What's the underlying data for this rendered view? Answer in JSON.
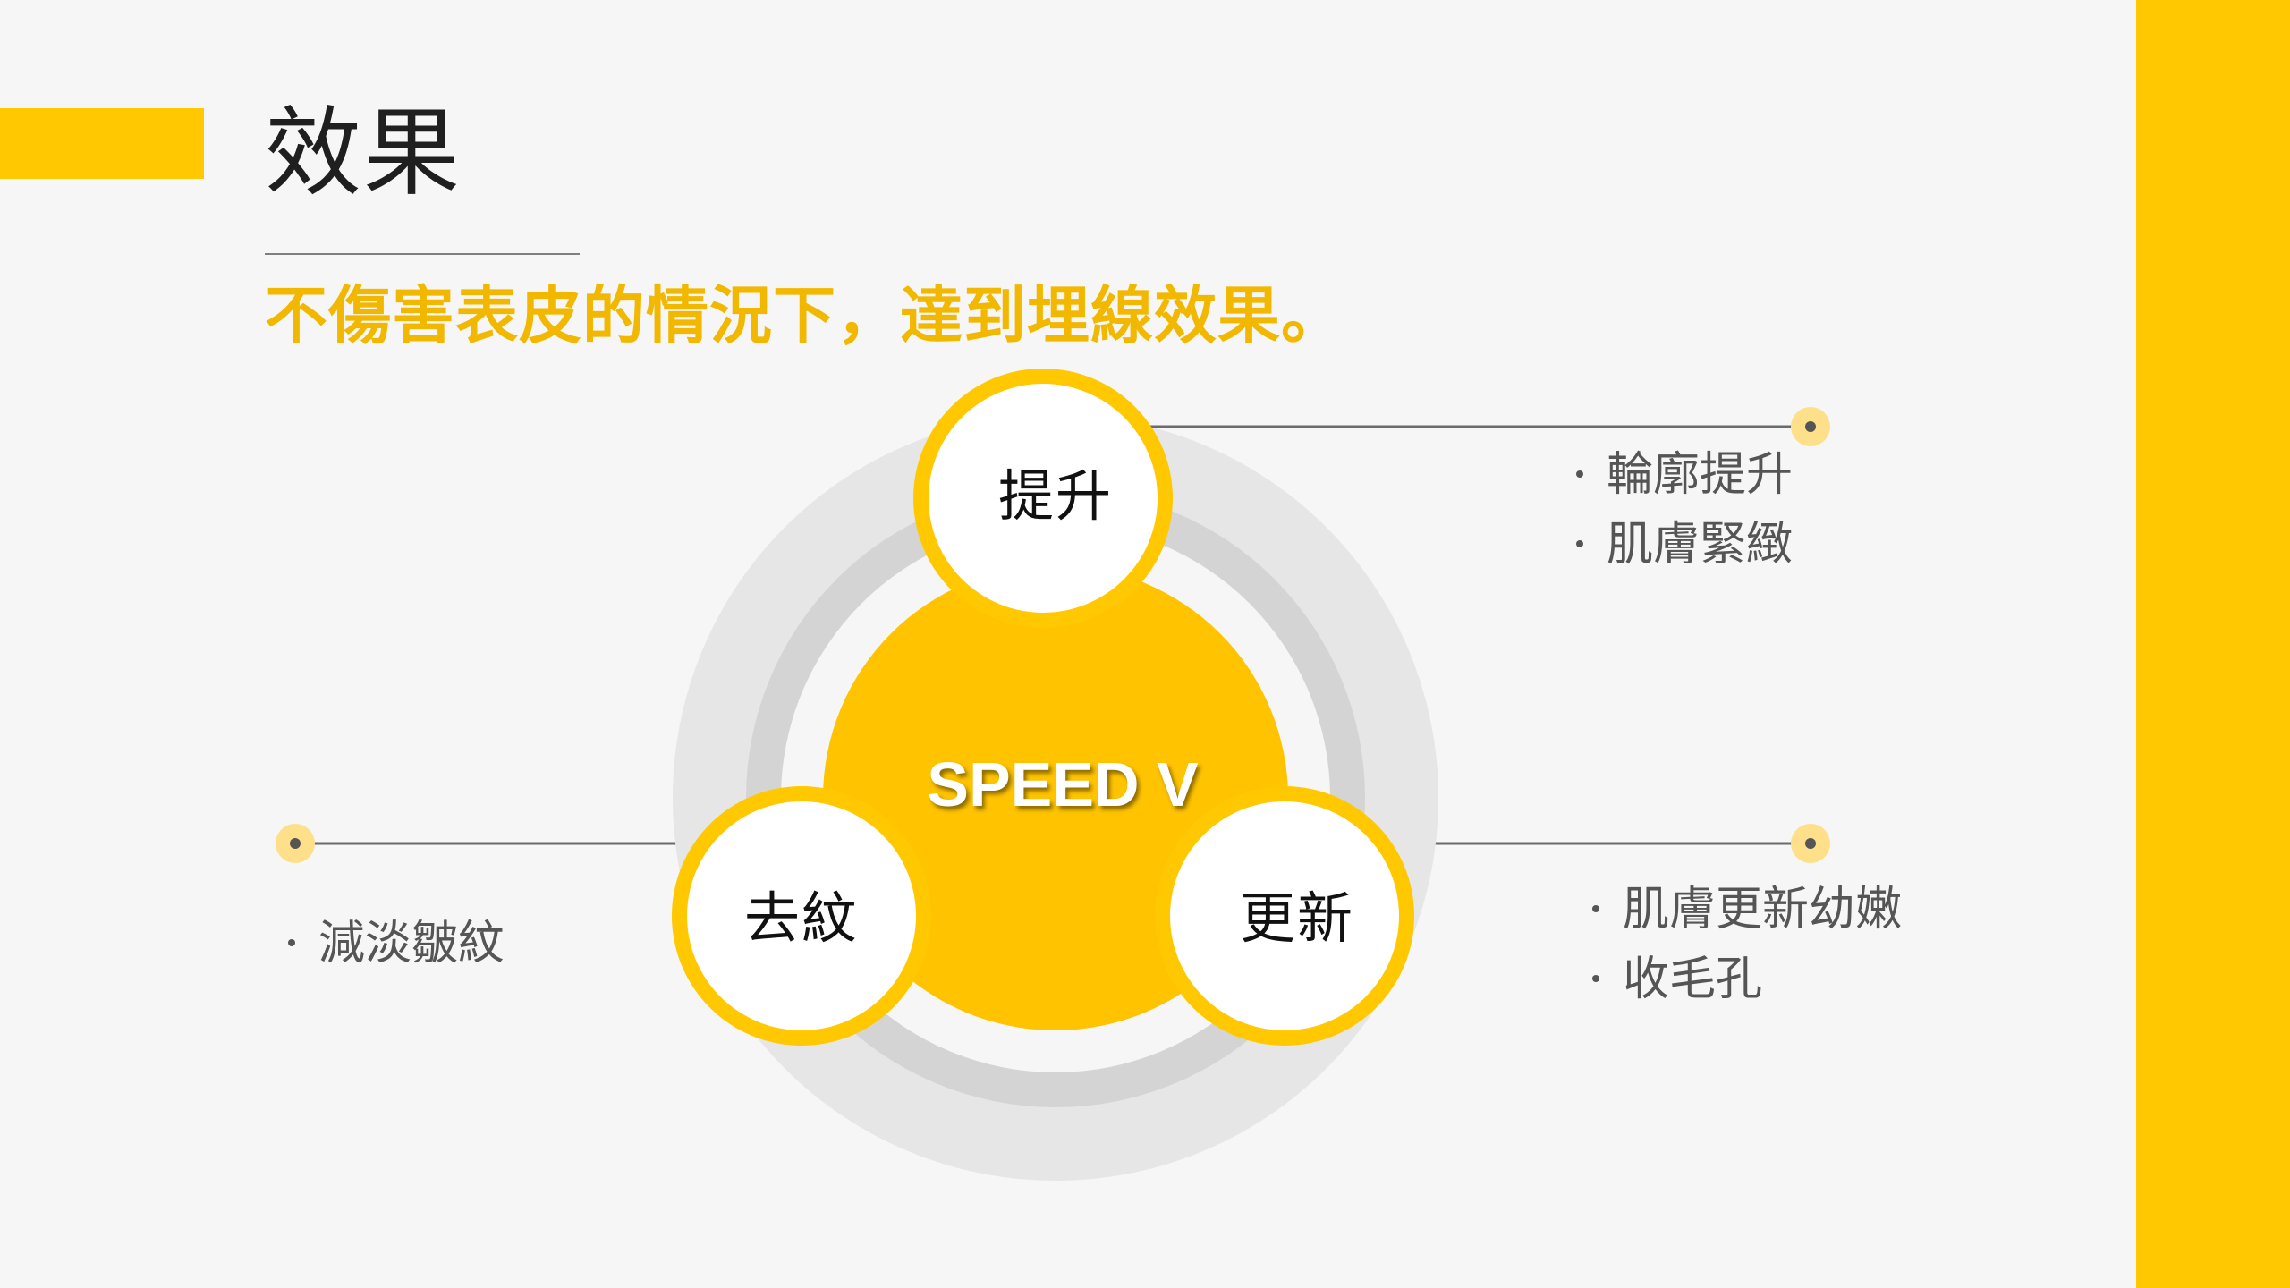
{
  "slide": {
    "title": "效果",
    "subtitle": "不傷害表皮的情況下，達到埋線效果。",
    "accent_color": "#ffc800"
  },
  "diagram": {
    "center_label": "SPEED V",
    "nodes": [
      {
        "id": "top",
        "label": "提升",
        "bullets": [
          "輪廓提升",
          "肌膚緊緻"
        ]
      },
      {
        "id": "left",
        "label": "去紋",
        "bullets": [
          "減淡皺紋"
        ]
      },
      {
        "id": "right",
        "label": "更新",
        "bullets": [
          "肌膚更新幼嫩",
          "收毛孔"
        ]
      }
    ]
  }
}
